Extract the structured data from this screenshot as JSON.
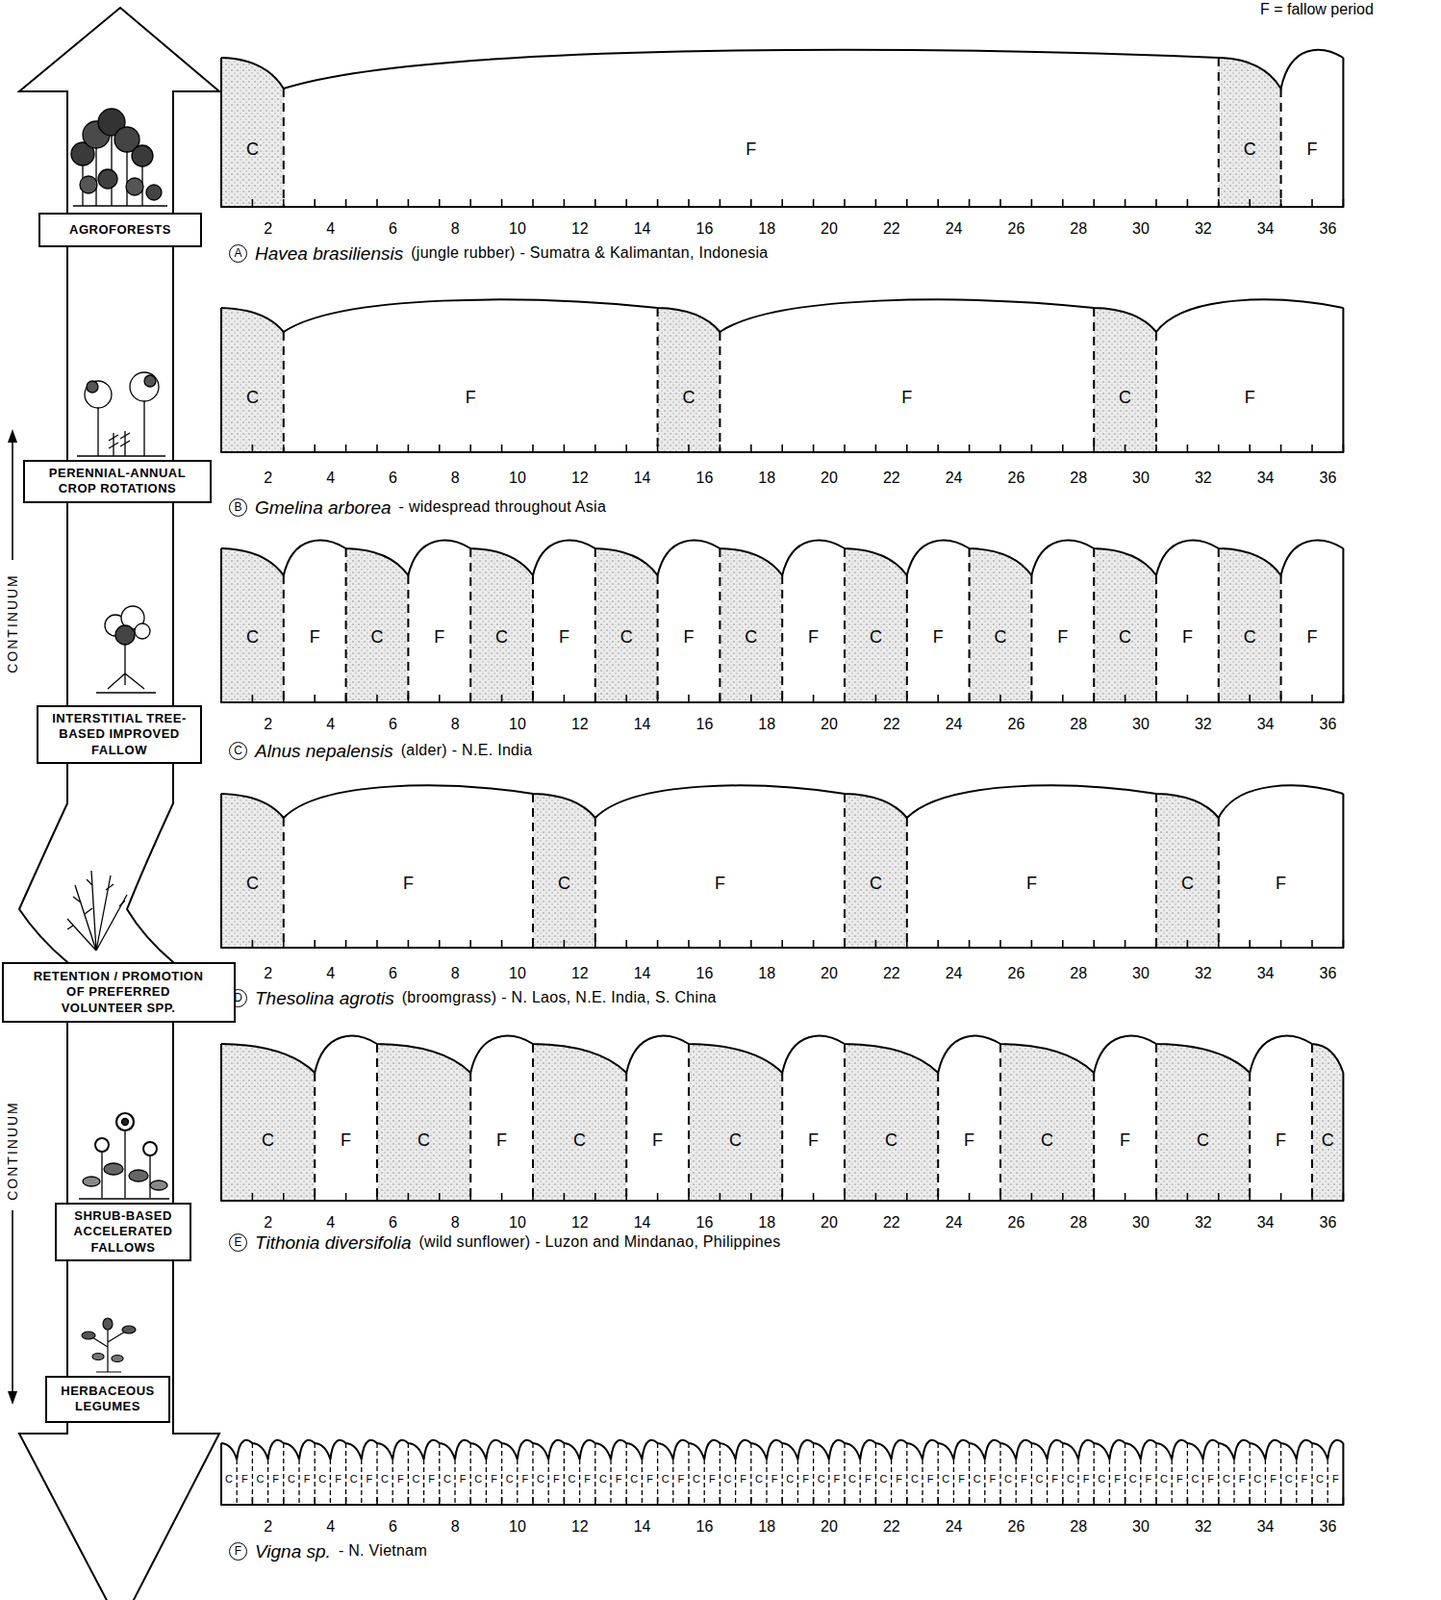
{
  "diagram": {
    "nodes": [
      {
        "text": [
          "AGROFORESTS"
        ]
      },
      {
        "text": [
          "PERENNIAL-ANNUAL CROP ROTATIONS"
        ]
      },
      {
        "text": [
          "INTERSTITIAL TREE-BASED IMPROVED FALLOW"
        ]
      },
      {
        "text": [
          "RETENTION / PROMOTION OF PREFERRED VOLUNTEER SPP."
        ]
      },
      {
        "text": [
          "SHRUB-BASED ACCELERATED FALLOWS"
        ]
      },
      {
        "text": [
          "HERBACEOUS LEGUMES"
        ]
      }
    ],
    "labels": [
      "F = fallow period",
      "C",
      "F",
      "C",
      "F",
      "2",
      "4",
      "6",
      "8",
      "10",
      "12",
      "14",
      "16",
      "18",
      "20",
      "22",
      "24",
      "26",
      "28",
      "30",
      "32",
      "34",
      "36",
      "A",
      "Havea brasiliensis",
      "(jungle rubber) - Sumatra & Kalimantan, Indonesia",
      "C",
      "F",
      "C",
      "F",
      "C",
      "F",
      "2",
      "4",
      "6",
      "8",
      "10",
      "12",
      "14",
      "16",
      "18",
      "20",
      "22",
      "24",
      "26",
      "28",
      "30",
      "32",
      "34",
      "36",
      "B",
      "Gmelina arborea",
      "- widespread throughout Asia",
      "C",
      "F",
      "C",
      "F",
      "C",
      "F",
      "C",
      "F",
      "C",
      "F",
      "C",
      "F",
      "C",
      "F",
      "C",
      "F",
      "C",
      "F",
      "2",
      "4",
      "6",
      "8",
      "10",
      "12",
      "14",
      "16",
      "18",
      "20",
      "22",
      "24",
      "26",
      "28",
      "30",
      "32",
      "34",
      "36",
      "C",
      "Alnus nepalensis",
      "(alder) - N.E. India",
      "C",
      "F",
      "C",
      "F",
      "C",
      "F",
      "C",
      "F",
      "2",
      "4",
      "6",
      "8",
      "10",
      "12",
      "14",
      "16",
      "18",
      "20",
      "22",
      "24",
      "26",
      "28",
      "30",
      "32",
      "34",
      "36",
      "D",
      "Thesolina agrotis",
      "(broomgrass) - N. Laos, N.E. India, S. China",
      "C",
      "F",
      "C",
      "F",
      "C",
      "F",
      "C",
      "F",
      "C",
      "F",
      "C",
      "F",
      "C",
      "F",
      "C",
      "2",
      "4",
      "6",
      "8",
      "10",
      "12",
      "14",
      "16",
      "18",
      "20",
      "22",
      "24",
      "26",
      "28",
      "30",
      "32",
      "34",
      "36",
      "E",
      "Tithonia diversifolia",
      "(wild sunflower) - Luzon and Mindanao, Philippines",
      "C",
      "F",
      "C",
      "F",
      "C",
      "F",
      "C",
      "F",
      "C",
      "F",
      "C",
      "F",
      "C",
      "F",
      "C",
      "F",
      "C",
      "F",
      "C",
      "F",
      "C",
      "F",
      "C",
      "F",
      "C",
      "F",
      "C",
      "F",
      "C",
      "F",
      "C",
      "F",
      "C",
      "F",
      "C",
      "F",
      "C",
      "F",
      "C",
      "F",
      "C",
      "F",
      "C",
      "F",
      "C",
      "F",
      "C",
      "F",
      "C",
      "F",
      "C",
      "F",
      "C",
      "F",
      "C",
      "F",
      "C",
      "F",
      "C",
      "F",
      "C",
      "F",
      "C",
      "F",
      "C",
      "F",
      "C",
      "F",
      "C",
      "F",
      "C",
      "F",
      "2",
      "4",
      "6",
      "8",
      "10",
      "12",
      "14",
      "16",
      "18",
      "20",
      "22",
      "24",
      "26",
      "28",
      "30",
      "32",
      "34",
      "36",
      "F",
      "Vigna sp.",
      "- N. Vietnam",
      "CONTINUUM",
      "CONTINUUM"
    ]
  }
}
